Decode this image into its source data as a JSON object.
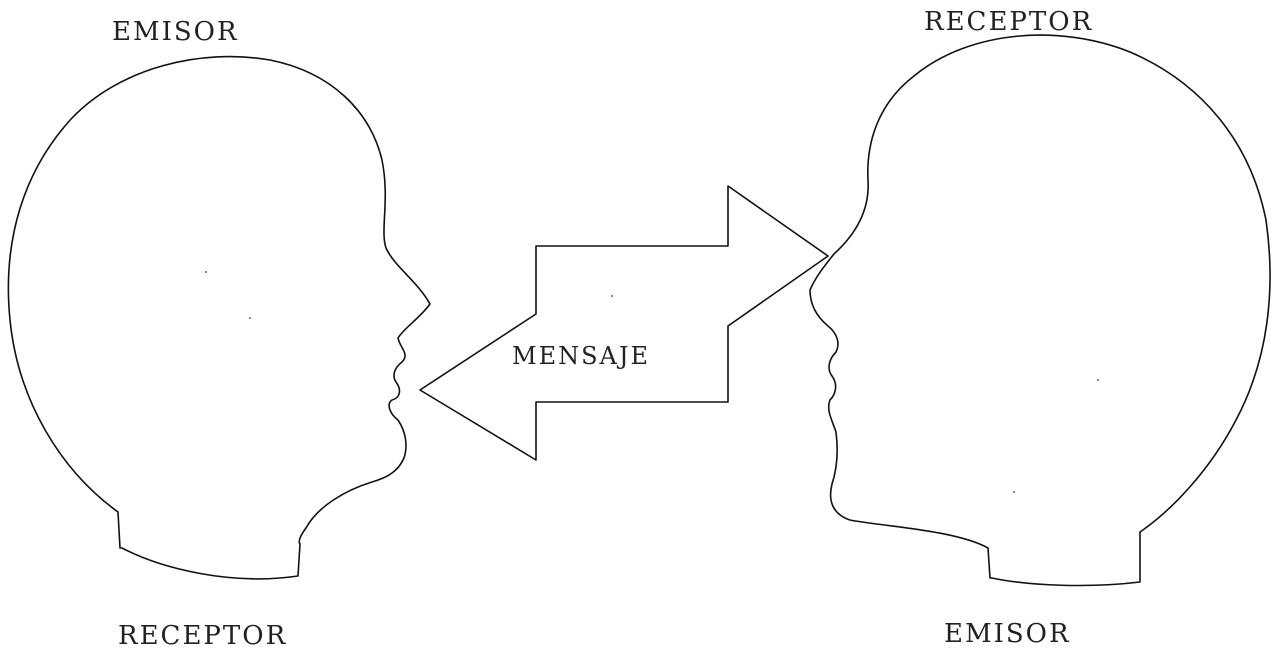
{
  "diagram": {
    "left_person": {
      "top_label": "EMISOR",
      "bottom_label": "RECEPTOR"
    },
    "right_person": {
      "top_label": "RECEPTOR",
      "bottom_label": "EMISOR"
    },
    "message_label": "MENSAJE"
  },
  "colors": {
    "line": "#111111",
    "text": "#222222",
    "background": "#ffffff"
  }
}
